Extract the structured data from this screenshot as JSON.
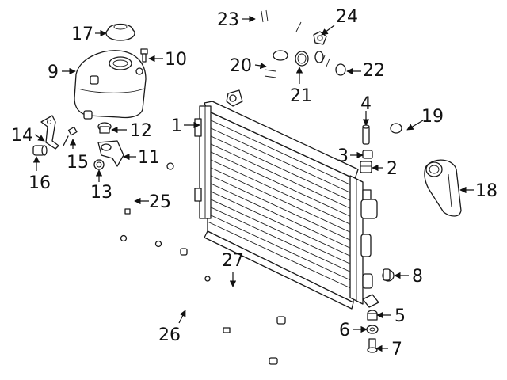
{
  "colors": {
    "ink": "#111111",
    "background": "#ffffff"
  },
  "callouts": [
    {
      "id": "1",
      "label": "1"
    },
    {
      "id": "2",
      "label": "2"
    },
    {
      "id": "3",
      "label": "3"
    },
    {
      "id": "4",
      "label": "4"
    },
    {
      "id": "5",
      "label": "5"
    },
    {
      "id": "6",
      "label": "6"
    },
    {
      "id": "7",
      "label": "7"
    },
    {
      "id": "8",
      "label": "8"
    },
    {
      "id": "9",
      "label": "9"
    },
    {
      "id": "10",
      "label": "10"
    },
    {
      "id": "11",
      "label": "11"
    },
    {
      "id": "12",
      "label": "12"
    },
    {
      "id": "13",
      "label": "13"
    },
    {
      "id": "14",
      "label": "14"
    },
    {
      "id": "15",
      "label": "15"
    },
    {
      "id": "16",
      "label": "16"
    },
    {
      "id": "17",
      "label": "17"
    },
    {
      "id": "18",
      "label": "18"
    },
    {
      "id": "19",
      "label": "19"
    },
    {
      "id": "20",
      "label": "20"
    },
    {
      "id": "21",
      "label": "21"
    },
    {
      "id": "22",
      "label": "22"
    },
    {
      "id": "23",
      "label": "23"
    },
    {
      "id": "24",
      "label": "24"
    },
    {
      "id": "25",
      "label": "25"
    },
    {
      "id": "26",
      "label": "26"
    },
    {
      "id": "27",
      "label": "27"
    }
  ]
}
